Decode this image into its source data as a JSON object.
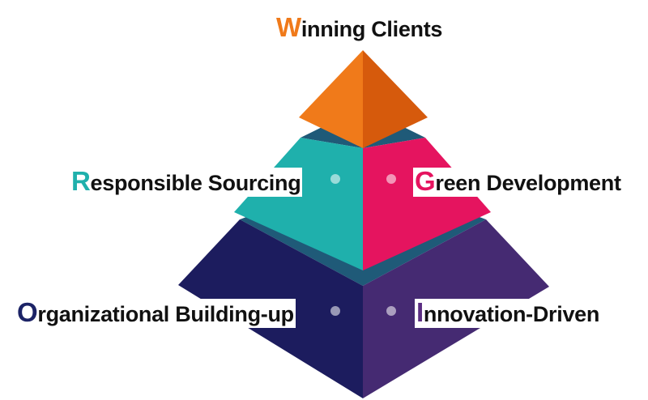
{
  "labels": {
    "top": {
      "initial": "W",
      "rest": "inning Clients",
      "color": "#f07a1a"
    },
    "left1": {
      "initial": "R",
      "rest": "esponsible Sourcing",
      "color": "#1fb0ac"
    },
    "right1": {
      "initial": "G",
      "rest": "reen Development",
      "color": "#e5145f"
    },
    "left2": {
      "initial": "O",
      "rest": "rganizational Building-up",
      "color": "#1c2366"
    },
    "right2": {
      "initial": "I",
      "rest": "nnovation-Driven",
      "color": "#5b2d82"
    }
  },
  "colors": {
    "top_left": "#f07a1a",
    "top_right": "#d65a0c",
    "mid_left": "#1fb0ac",
    "mid_right": "#e5145f",
    "mid_shelf": "#1f5a78",
    "bot_left": "#1c1c5e",
    "bot_right": "#452a72",
    "bot_shelf": "#1f5a78"
  }
}
